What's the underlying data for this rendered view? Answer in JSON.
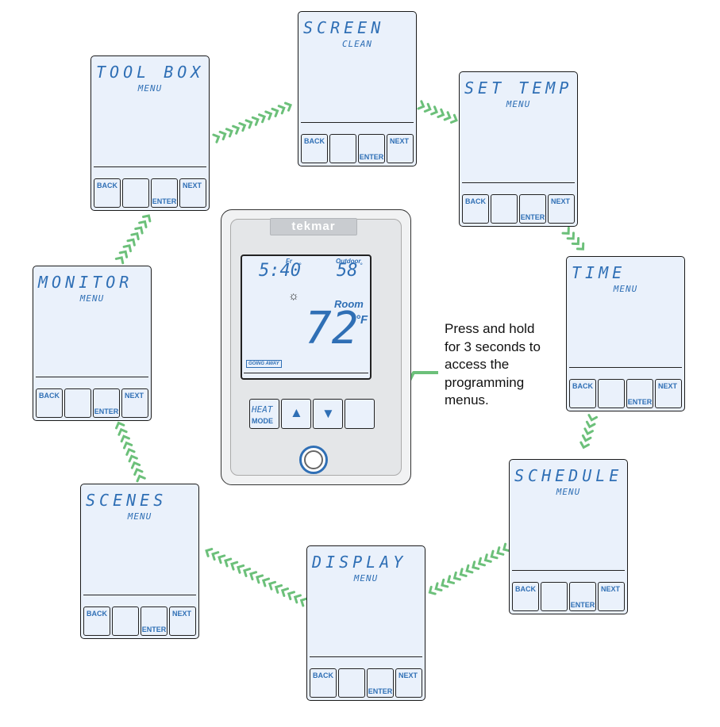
{
  "menus": [
    {
      "title": "SCREEN",
      "subtitle": "CLEAN"
    },
    {
      "title": "SET TEMP",
      "subtitle": "MENU"
    },
    {
      "title": "TIME",
      "subtitle": "MENU"
    },
    {
      "title": "SCHEDULE",
      "subtitle": "MENU"
    },
    {
      "title": "DISPLAY",
      "subtitle": "MENU"
    },
    {
      "title": "SCENES",
      "subtitle": "MENU"
    },
    {
      "title": "MONITOR",
      "subtitle": "MENU"
    },
    {
      "title": "TOOL BOX",
      "subtitle": "MENU"
    }
  ],
  "softkeys": {
    "back": "BACK",
    "enter": "ENTER",
    "next": "NEXT"
  },
  "thermostat": {
    "brand": "tekmar",
    "day": "Fr",
    "time": "5:40",
    "outdoor_label": "Outdoor",
    "outdoor_temp": "58",
    "degree_small": "°",
    "room_label": "Room",
    "room_temp": "72",
    "unit": "°F",
    "going_away": "GOING AWAY",
    "heat_label": "HEAT",
    "mode_label": "MODE",
    "sun_icon": "☼",
    "up_glyph": "▲",
    "down_glyph": "▼"
  },
  "callout": {
    "text": "Press and hold for 3 seconds to access the programming menus."
  },
  "colors": {
    "lcd_blue": "#2f6fb5",
    "arrow_green": "#6cc07a",
    "screen_bg": "#eaf1fb"
  }
}
